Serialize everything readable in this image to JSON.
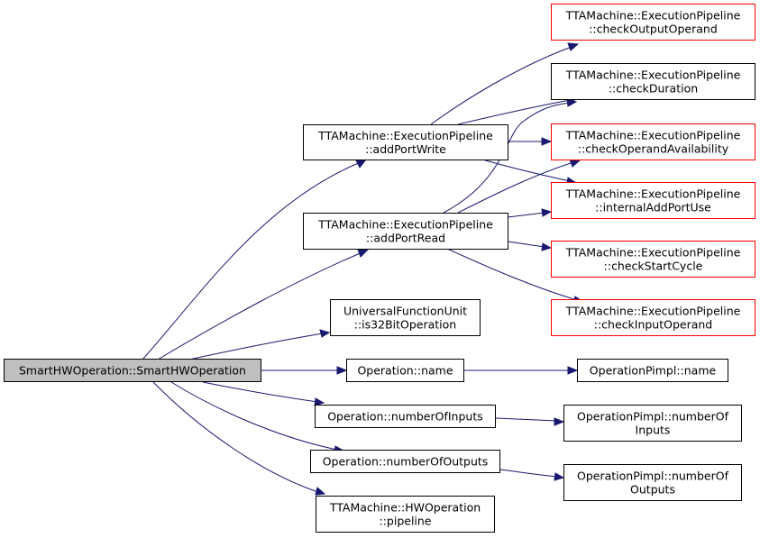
{
  "graph": {
    "nodes": {
      "root": {
        "lines": [
          "SmartHWOperation::SmartHWOperation"
        ]
      },
      "addPortWrite": {
        "lines": [
          "TTAMachine::ExecutionPipeline",
          "::addPortWrite"
        ]
      },
      "addPortRead": {
        "lines": [
          "TTAMachine::ExecutionPipeline",
          "::addPortRead"
        ]
      },
      "is32Bit": {
        "lines": [
          "UniversalFunctionUnit",
          "::is32BitOperation"
        ]
      },
      "opName": {
        "lines": [
          "Operation::name"
        ]
      },
      "numInputs": {
        "lines": [
          "Operation::numberOfInputs"
        ]
      },
      "numOutputs": {
        "lines": [
          "Operation::numberOfOutputs"
        ]
      },
      "hwPipeline": {
        "lines": [
          "TTAMachine::HWOperation",
          "::pipeline"
        ]
      },
      "checkOutputOperand": {
        "lines": [
          "TTAMachine::ExecutionPipeline",
          "::checkOutputOperand"
        ]
      },
      "checkDuration": {
        "lines": [
          "TTAMachine::ExecutionPipeline",
          "::checkDuration"
        ]
      },
      "checkOperandAvailability": {
        "lines": [
          "TTAMachine::ExecutionPipeline",
          "::checkOperandAvailability"
        ]
      },
      "internalAddPortUse": {
        "lines": [
          "TTAMachine::ExecutionPipeline",
          "::internalAddPortUse"
        ]
      },
      "checkStartCycle": {
        "lines": [
          "TTAMachine::ExecutionPipeline",
          "::checkStartCycle"
        ]
      },
      "checkInputOperand": {
        "lines": [
          "TTAMachine::ExecutionPipeline",
          "::checkInputOperand"
        ]
      },
      "pimplName": {
        "lines": [
          "OperationPimpl::name"
        ]
      },
      "pimplInputs": {
        "lines": [
          "OperationPimpl::numberOf",
          "Inputs"
        ]
      },
      "pimplOutputs": {
        "lines": [
          "OperationPimpl::numberOf",
          "Outputs"
        ]
      }
    },
    "edge_color": "#191970",
    "root_fill": "#bfbfbf",
    "truncated_border_color": "#ff0000"
  }
}
